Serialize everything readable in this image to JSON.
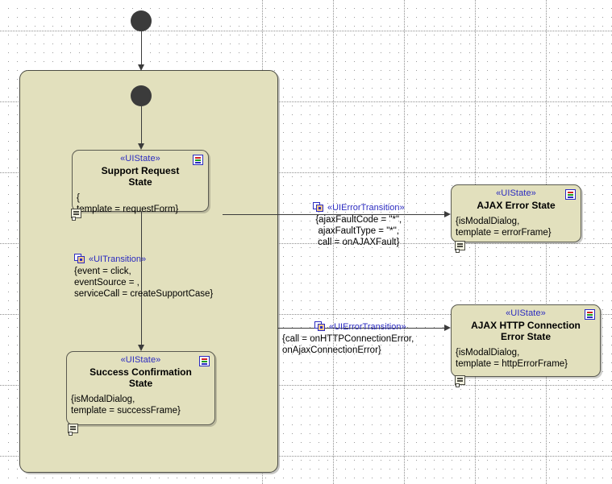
{
  "diagram": {
    "type": "uml-state-machine-diagram",
    "composite_state": {
      "name": ""
    },
    "nodes": [
      {
        "id": "support-request-state",
        "stereotype": "«UIState»",
        "name": "Support Request State",
        "body": "{\ntemplate = requestForm}",
        "badge_icon": "state-badge-icon",
        "doc_icon": "document-icon"
      },
      {
        "id": "success-confirmation-state",
        "stereotype": "«UIState»",
        "name": "Success Confirmation\nState",
        "body": "{isModalDialog,\ntemplate = successFrame}",
        "badge_icon": "state-badge-icon",
        "doc_icon": "document-icon"
      },
      {
        "id": "ajax-error-state",
        "stereotype": "«UIState»",
        "name": "AJAX Error State",
        "body": "{isModalDialog,\ntemplate = errorFrame}",
        "badge_icon": "state-badge-icon",
        "doc_icon": "document-icon"
      },
      {
        "id": "ajax-http-connection-error-state",
        "stereotype": "«UIState»",
        "name": "AJAX HTTP Connection\nError State",
        "body": "{isModalDialog,\ntemplate = httpErrorFrame}",
        "badge_icon": "state-badge-icon",
        "doc_icon": "document-icon"
      }
    ],
    "transitions": [
      {
        "id": "ui-transition-success",
        "stereotype": "«UITransition»",
        "body": "{event = click,\neventSource = ,\nserviceCall = createSupportCase}",
        "icon": "stacked-squares-icon",
        "source": "support-request-state",
        "target": "success-confirmation-state"
      },
      {
        "id": "ui-error-transition-ajax",
        "stereotype": "«UIErrorTransition»",
        "body": "{ajaxFaultCode = \"*\",\najaxFaultType = \"*\",\ncall = onAJAXFault}",
        "icon": "stacked-squares-icon",
        "source": "support-request-state",
        "target": "ajax-error-state"
      },
      {
        "id": "ui-error-transition-http",
        "stereotype": "«UIErrorTransition»",
        "body": "{call = onHTTPConnectionError,\nonAjaxConnectionError}",
        "icon": "stacked-squares-icon",
        "source": "composite-state",
        "target": "ajax-http-connection-error-state"
      }
    ],
    "initial_nodes": [
      {
        "id": "initial-outer"
      },
      {
        "id": "initial-inner"
      }
    ],
    "colors": {
      "state_fill": "#e2e0bd",
      "state_border": "#5a5a50",
      "stereotype_text": "#2b2bc0",
      "connector": "#3b3b3b",
      "canvas": "#ffffff",
      "grid_dot": "#9a9a9a"
    }
  }
}
